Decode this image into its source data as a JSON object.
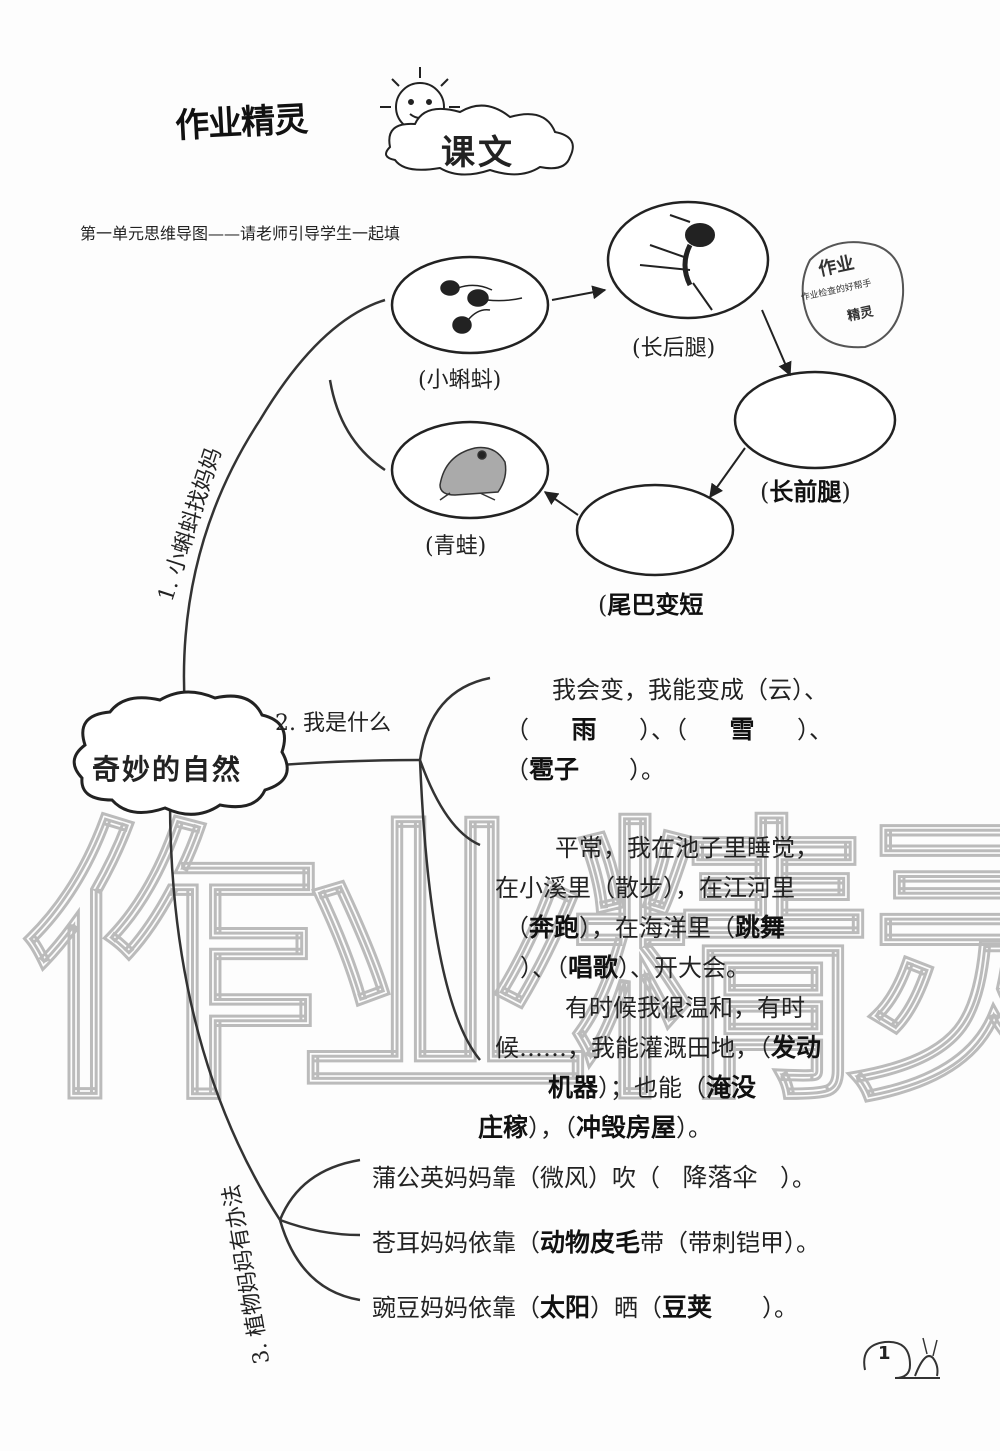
{
  "header": {
    "handwritten_title": "作业精灵",
    "badge": "课文",
    "subtitle": "第一单元思维导图——请老师引导学生一起填",
    "stamp": {
      "top": "作业",
      "middle": "作业检查的好帮手",
      "bottom": "精灵"
    }
  },
  "mindmap": {
    "center": "奇妙的自然",
    "branch1": {
      "label": "1. 小蝌蚪找妈妈",
      "cycle": {
        "tadpole": "(小蝌蚪)",
        "back_legs": "(长后腿)",
        "front_legs_open": "(",
        "front_legs_answer": "长前腿",
        "front_legs_close": ")",
        "tail_open": "(",
        "tail_answer": "尾巴变短",
        "frog": "(青蛙)"
      }
    },
    "branch2": {
      "label": "2. 我是什么",
      "para1": {
        "l1": "我会变，我能变成（云）、",
        "l2_a": "（",
        "l2_ans1": "雨",
        "l2_b": "）、（",
        "l2_ans2": "雪",
        "l2_c": "）、",
        "l3_a": "（",
        "l3_ans": "雹子",
        "l3_b": "）。"
      },
      "para2": {
        "l1": "平常，我在池子里睡觉，",
        "l2": "在小溪里（散步），在江河里",
        "l3_a": "（",
        "l3_ans1": "奔跑",
        "l3_b": "），在海洋里（",
        "l3_ans2": "跳舞",
        "l4_a": "）、（",
        "l4_ans": "唱歌",
        "l4_b": "）、开大会。"
      },
      "para3": {
        "l1": "有时候我很温和，有时",
        "l2_a": "候……，我能灌溉田地，（",
        "l2_ans": "发动",
        "l3_ans1": "机器",
        "l3_a": "）；也能（",
        "l3_ans2": "淹没",
        "l4_ans1": "庄稼",
        "l4_a": "），（",
        "l4_ans2": "冲毁房屋",
        "l4_b": "）。"
      }
    },
    "branch3": {
      "label": "3. 植物妈妈有办法",
      "row1": {
        "a": "蒲公英妈妈靠（微风）吹（",
        "ans": "降落伞",
        "b": "）。"
      },
      "row2": {
        "a": "苍耳妈妈依靠（",
        "ans": "动物皮毛",
        "b": "带（带刺铠甲）。"
      },
      "row3": {
        "a": "豌豆妈妈依靠（",
        "ans1": "太阳",
        "mid": "）晒（",
        "ans2": "豆荚",
        "b": "）。"
      }
    }
  },
  "page_number": "1",
  "watermark": "作业精灵"
}
